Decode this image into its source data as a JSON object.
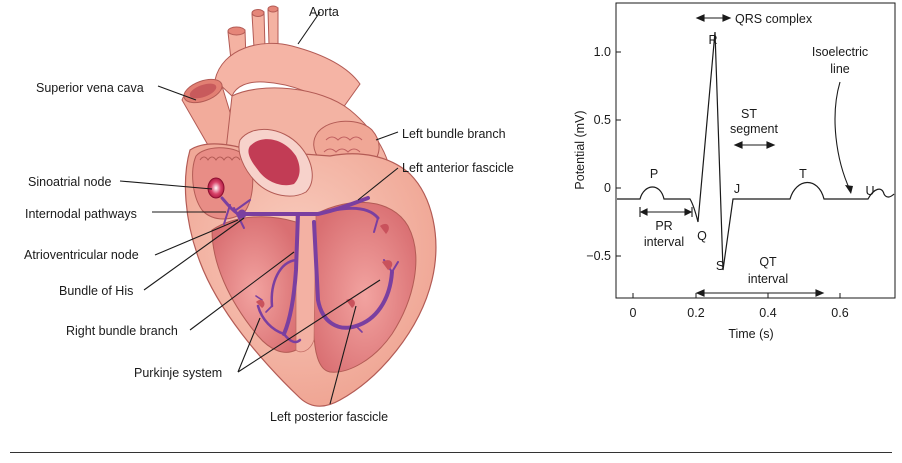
{
  "heart_labels": {
    "aorta": "Aorta",
    "superior_vena_cava": "Superior vena cava",
    "left_bundle_branch": "Left bundle branch",
    "left_anterior_fascicle": "Left anterior fascicle",
    "sinoatrial_node": "Sinoatrial node",
    "internodal_pathways": "Internodal pathways",
    "atrioventricular_node": "Atrioventricular node",
    "bundle_of_his": "Bundle of His",
    "right_bundle_branch": "Right bundle branch",
    "purkinje_system": "Purkinje system",
    "left_posterior_fascicle": "Left posterior fascicle"
  },
  "ecg": {
    "ylabel": "Potential (mV)",
    "xlabel": "Time (s)",
    "y_ticks": [
      "1.0",
      "0.5",
      "0",
      "−0.5"
    ],
    "x_ticks": [
      "0",
      "0.2",
      "0.4",
      "0.6"
    ],
    "annotations": {
      "qrs_complex": "QRS complex",
      "isoelectric_line_1": "Isoelectric",
      "isoelectric_line_2": "line",
      "st_segment_1": "ST",
      "st_segment_2": "segment",
      "pr_interval_1": "PR",
      "pr_interval_2": "interval",
      "qt_interval_1": "QT",
      "qt_interval_2": "interval",
      "wave_p": "P",
      "wave_q": "Q",
      "wave_r": "R",
      "wave_s": "S",
      "wave_j": "J",
      "wave_t": "T",
      "wave_u": "U"
    }
  },
  "colors": {
    "heart_outer": "#f3b5a3",
    "heart_chamber": "#e88a86",
    "myocardium": "#f6c6bb",
    "node_dark": "#b5123d",
    "conduction": "#7a3fa0",
    "line": "#1a1a1a"
  }
}
